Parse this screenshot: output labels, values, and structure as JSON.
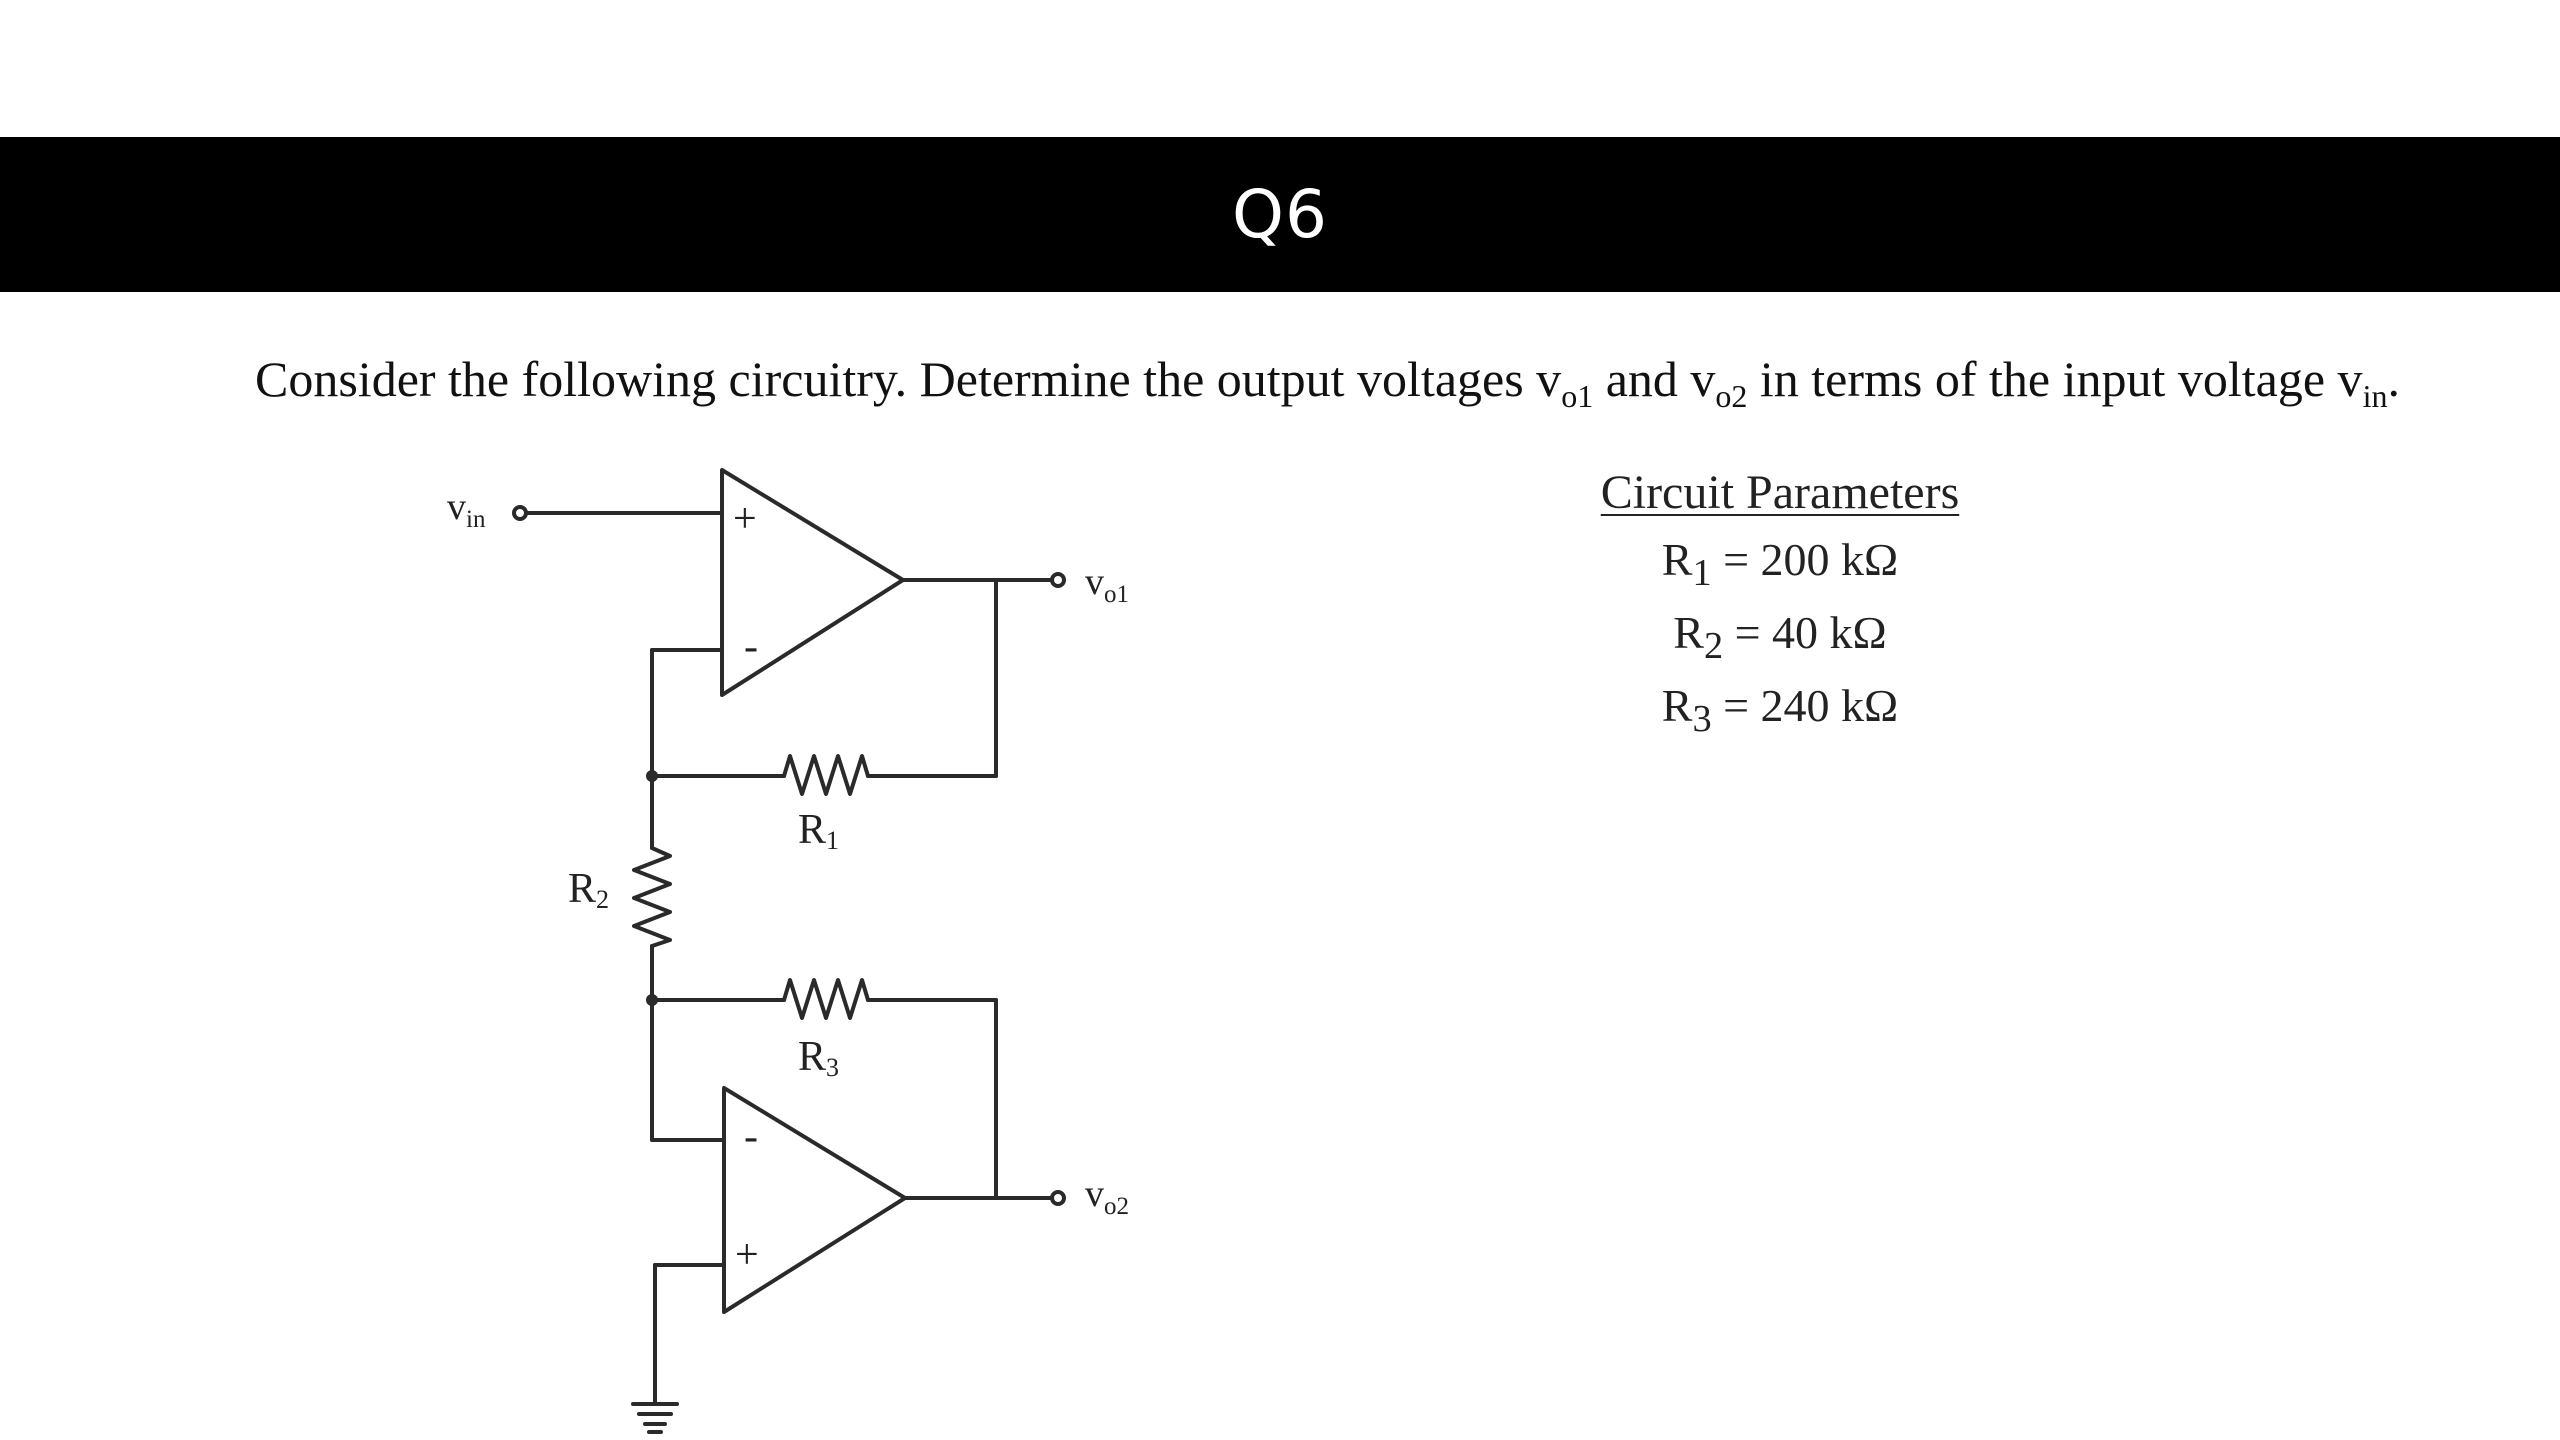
{
  "slide": {
    "title": "Q6"
  },
  "problem": {
    "part1": "Consider the following circuitry. Determine the output voltages v",
    "sub1": "o1",
    "part2": " and v",
    "sub2": "o2",
    "part3": " in terms of the input voltage v",
    "sub3": "in",
    "part4": "."
  },
  "circuit": {
    "vin_label": "v",
    "vin_sub": "in",
    "vo1_label": "v",
    "vo1_sub": "o1",
    "vo2_label": "v",
    "vo2_sub": "o2",
    "opamp1_plus": "+",
    "opamp1_minus": "-",
    "opamp2_plus": "+",
    "opamp2_minus": "-",
    "r1_label": "R",
    "r1_sub": "1",
    "r2_label": "R",
    "r2_sub": "2",
    "r3_label": "R",
    "r3_sub": "3"
  },
  "parameters": {
    "title": "Circuit Parameters",
    "rows": [
      {
        "name": "R",
        "sub": "1",
        "value": " = 200 kΩ"
      },
      {
        "name": "R",
        "sub": "2",
        "value": " = 40 kΩ"
      },
      {
        "name": "R",
        "sub": "3",
        "value": " = 240 kΩ"
      }
    ]
  },
  "colors": {
    "title_bar": "#000000",
    "title_text": "#ffffff",
    "wire": "#2a2a2a"
  }
}
